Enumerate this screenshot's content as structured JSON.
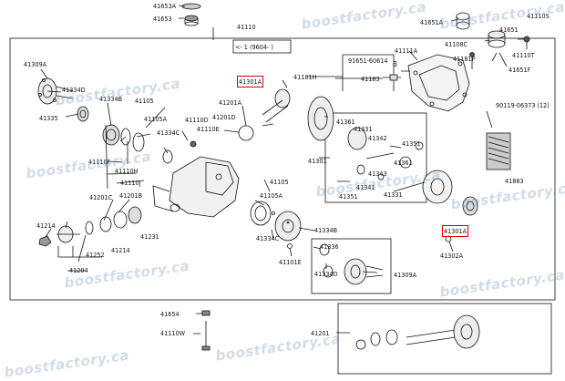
{
  "labels": {
    "p41653A": "41653A",
    "p41653": "41653",
    "p41110": "41110",
    "p41651A": "41651A",
    "p41110S": "41110S",
    "p41108C": "41108C",
    "p41651": "41651",
    "p41110T": "41110T",
    "p41181P": "41181P",
    "p41651F": "41651F",
    "p41111A": "41111A",
    "p91651": "91651-60614",
    "p41181H": "41181H",
    "p41183": "41183",
    "p41309A": "41309A",
    "p41334D_l": "41334D",
    "p41335": "41335",
    "p41334B_l": "41334B",
    "p41105": "41105",
    "p41105A": "41105A",
    "p41110D": "41110D",
    "p41110E": "41110E",
    "p41201A": "41201A",
    "p41201D": "41201D",
    "p41301A_top": "41301A",
    "p41334C": "41334C",
    "p41361_a": "41361",
    "p41331_a": "41331",
    "p41342": "41342",
    "p41351_r": "41351",
    "p41301": "41301",
    "p41361_b": "41361",
    "p41343": "41343",
    "p41341": "41341",
    "p41351_b": "41351",
    "p41331_b": "41331",
    "p41110F": "41110F",
    "p41110H": "41110H",
    "p41110J": "41110J",
    "p41201C": "41201C",
    "p41201B": "41201B",
    "p41214_a": "41214",
    "p41214_b": "41214",
    "p41231": "41231",
    "p41252": "41252",
    "p41204": "41204",
    "p41105_m": "41105",
    "p41105A_m": "41105A",
    "p41334C_m": "41334C",
    "p41334B_m": "41334B",
    "p41336": "41336",
    "p41334D_m": "41334D",
    "p41309A_m": "41309A",
    "p41301A_right": "41301A",
    "p41302A": "41302A",
    "p90119": "90119-06373 (12)",
    "p41883": "41883",
    "p41101E": "41101E",
    "p41654": "41654",
    "p41110W": "41110W",
    "p41201": "41201",
    "bracket": "<- 1  (9604-       )",
    "box_letter_b": "B"
  },
  "watermark": "boostfactory.ca",
  "colors": {
    "line": "#111111",
    "highlight": "#dd0000",
    "watermark": "#7896b4"
  }
}
